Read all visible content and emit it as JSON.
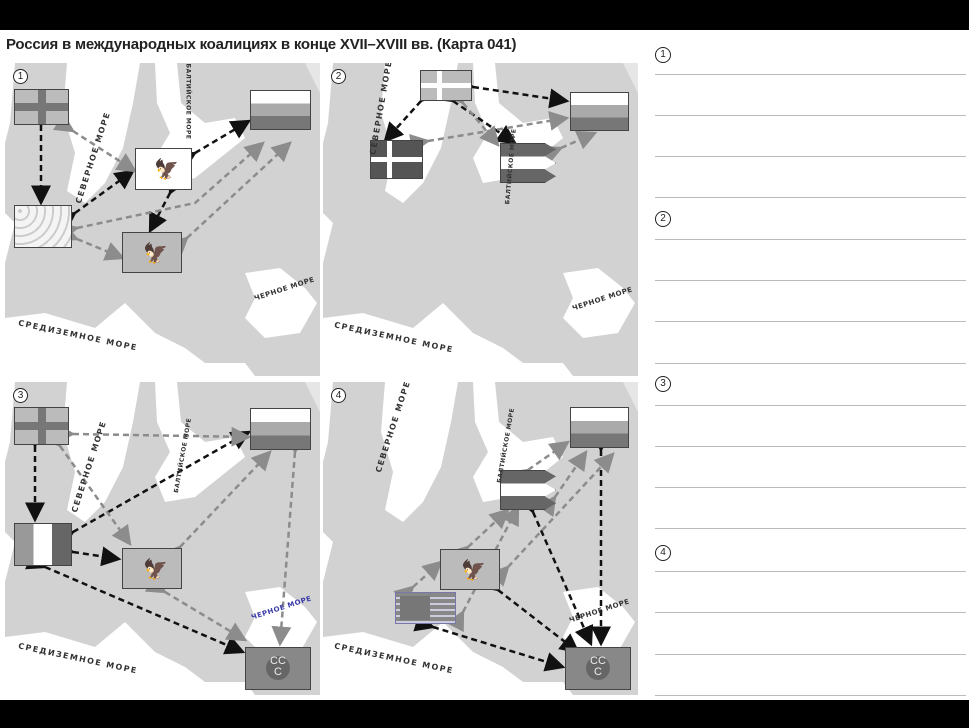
{
  "title": "Россия в международных коалициях в конце XVII–XVIII вв. (Карта 041)",
  "panels": [
    {
      "number": "1",
      "seas": {
        "north": "СЕВЕРНОЕ МОРЕ",
        "baltic": "БАЛТИЙСКОЕ МОРЕ",
        "black": "ЧЕРНОЕ МОРЕ",
        "med": "СРЕДИЗЕМНОЕ МОРЕ"
      }
    },
    {
      "number": "2",
      "seas": {
        "north": "СЕВЕРНОЕ МОРЕ",
        "baltic": "БАЛТИЙСКОЕ МОРЕ",
        "black": "ЧЕРНОЕ МОРЕ",
        "med": "СРЕДИЗЕМНОЕ МОРЕ"
      }
    },
    {
      "number": "3",
      "seas": {
        "north": "СЕВЕРНОЕ МОРЕ",
        "baltic": "БАЛТИЙСКОЕ МОРЕ",
        "black": "ЧЕРНОЕ МОРЕ",
        "med": "СРЕДИЗЕМНОЕ МОРЕ"
      }
    },
    {
      "number": "4",
      "seas": {
        "north": "СЕВЕРНОЕ МОРЕ",
        "baltic": "БАЛТИЙСКОЕ МОРЕ",
        "black": "ЧЕРНОЕ МОРЕ",
        "med": "СРЕДИЗЕМНОЕ МОРЕ"
      }
    }
  ],
  "answers": [
    {
      "number": "1"
    },
    {
      "number": "2"
    },
    {
      "number": "3"
    },
    {
      "number": "4"
    }
  ],
  "colors": {
    "land": "#d2d2d2",
    "sea": "#ffffff",
    "alliance": "#111111",
    "opposition": "#8c8c8c",
    "black_sea_label_p3": "#3a3aa8"
  }
}
